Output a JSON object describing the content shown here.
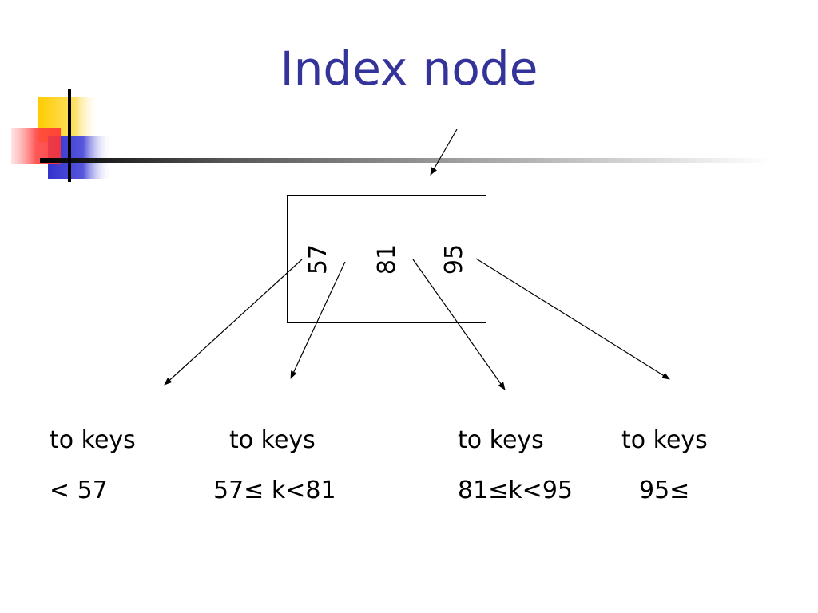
{
  "title": "Index node",
  "node": {
    "keys": [
      "57",
      "81",
      "95"
    ]
  },
  "pointers": [
    {
      "line1": "to keys",
      "line2": "< 57"
    },
    {
      "line1": "to keys",
      "line2": "57≤ k<81"
    },
    {
      "line1": "to keys",
      "line2": "81≤k<95"
    },
    {
      "line1": "to keys",
      "line2": "95≤"
    }
  ],
  "colors": {
    "title": "#333399",
    "deco_yellow": "#ffcc00",
    "deco_blue": "#3333cc",
    "deco_red": "#ff3333"
  }
}
